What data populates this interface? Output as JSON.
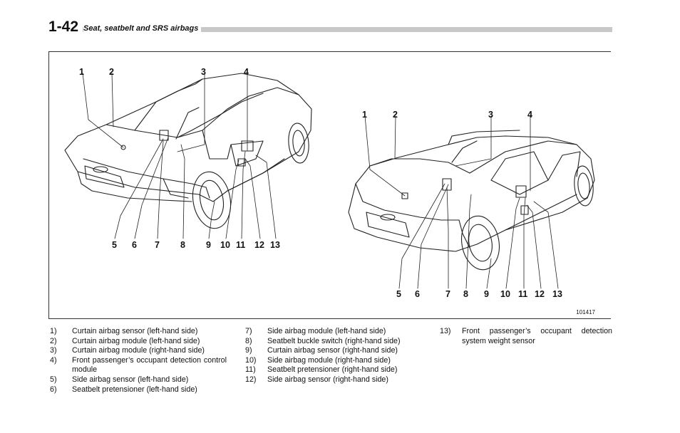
{
  "header": {
    "page_number": "1-42",
    "section_title": "Seat, seatbelt and SRS airbags"
  },
  "figure": {
    "code": "101417",
    "sedan_labels_top": [
      "1",
      "2",
      "3",
      "4"
    ],
    "sedan_labels_bottom": [
      "5",
      "6",
      "7",
      "8",
      "9",
      "10",
      "11",
      "12",
      "13"
    ],
    "wagon_labels_top": [
      "1",
      "2",
      "3",
      "4"
    ],
    "wagon_labels_bottom": [
      "5",
      "6",
      "7",
      "8",
      "9",
      "10",
      "11",
      "12",
      "13"
    ]
  },
  "legend": {
    "col1": [
      {
        "num": "1)",
        "text": "Curtain airbag sensor (left-hand side)"
      },
      {
        "num": "2)",
        "text": "Curtain airbag module (left-hand side)"
      },
      {
        "num": "3)",
        "text": "Curtain airbag module (right-hand side)"
      },
      {
        "num": "4)",
        "text": "Front passenger’s occupant detection control module"
      },
      {
        "num": "5)",
        "text": "Side airbag sensor (left-hand side)"
      },
      {
        "num": "6)",
        "text": "Seatbelt pretensioner (left-hand side)"
      }
    ],
    "col2": [
      {
        "num": "7)",
        "text": "Side airbag module (left-hand side)"
      },
      {
        "num": "8)",
        "text": "Seatbelt buckle switch (right-hand side)"
      },
      {
        "num": "9)",
        "text": "Curtain airbag sensor (right-hand side)"
      },
      {
        "num": "10)",
        "text": "Side airbag module (right-hand side)"
      },
      {
        "num": "11)",
        "text": "Seatbelt pretensioner (right-hand side)"
      },
      {
        "num": "12)",
        "text": "Side airbag sensor (right-hand side)"
      }
    ],
    "col3": [
      {
        "num": "13)",
        "text": "Front passenger’s occupant detection system weight sensor"
      }
    ]
  }
}
